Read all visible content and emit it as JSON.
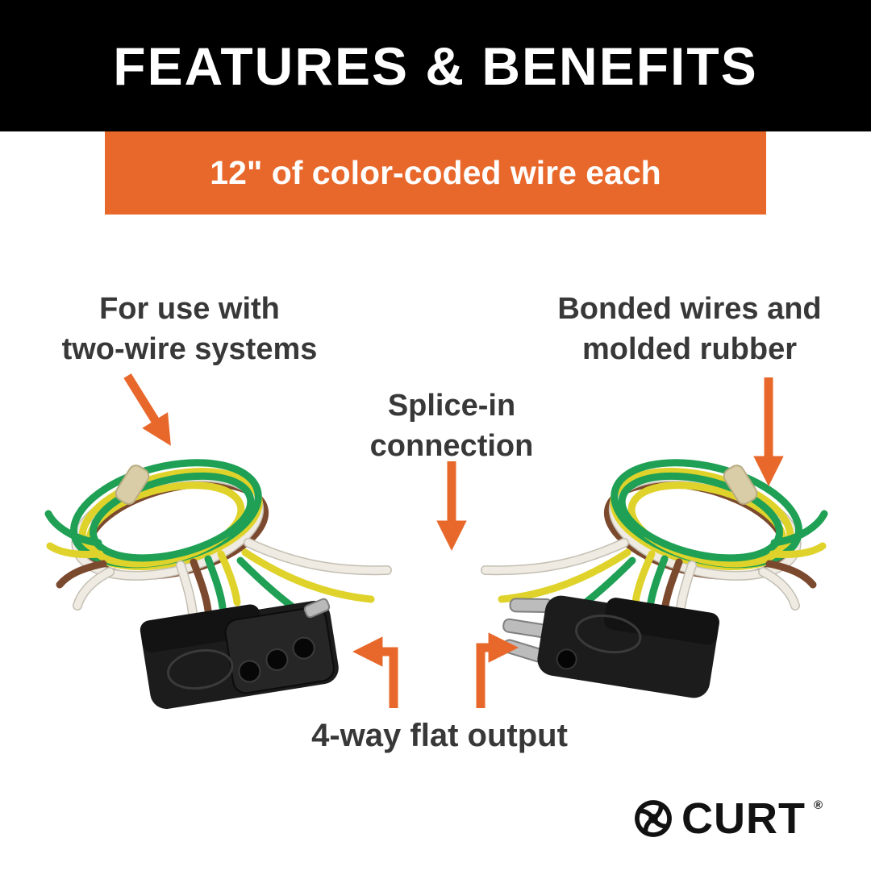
{
  "header": {
    "title": "FEATURES & BENEFITS"
  },
  "banner": {
    "text": "12\" of color-coded wire each"
  },
  "callouts": {
    "two_wire": {
      "line1": "For use with",
      "line2": "two-wire systems"
    },
    "bonded": {
      "line1": "Bonded wires and",
      "line2": "molded rubber"
    },
    "splice": {
      "line1": "Splice-in",
      "line2": "connection"
    },
    "flat_output": {
      "text": "4-way flat output"
    }
  },
  "logo": {
    "brand": "CURT",
    "registered": "®"
  },
  "colors": {
    "header_black": "#000000",
    "accent_orange": "#E8682B",
    "text_dark": "#383838",
    "wire_green": "#1FA055",
    "wire_yellow": "#DFD32B",
    "wire_brown": "#7B4A2E",
    "wire_white": "#EFEBE2",
    "band_tan": "#D8CDA6"
  }
}
